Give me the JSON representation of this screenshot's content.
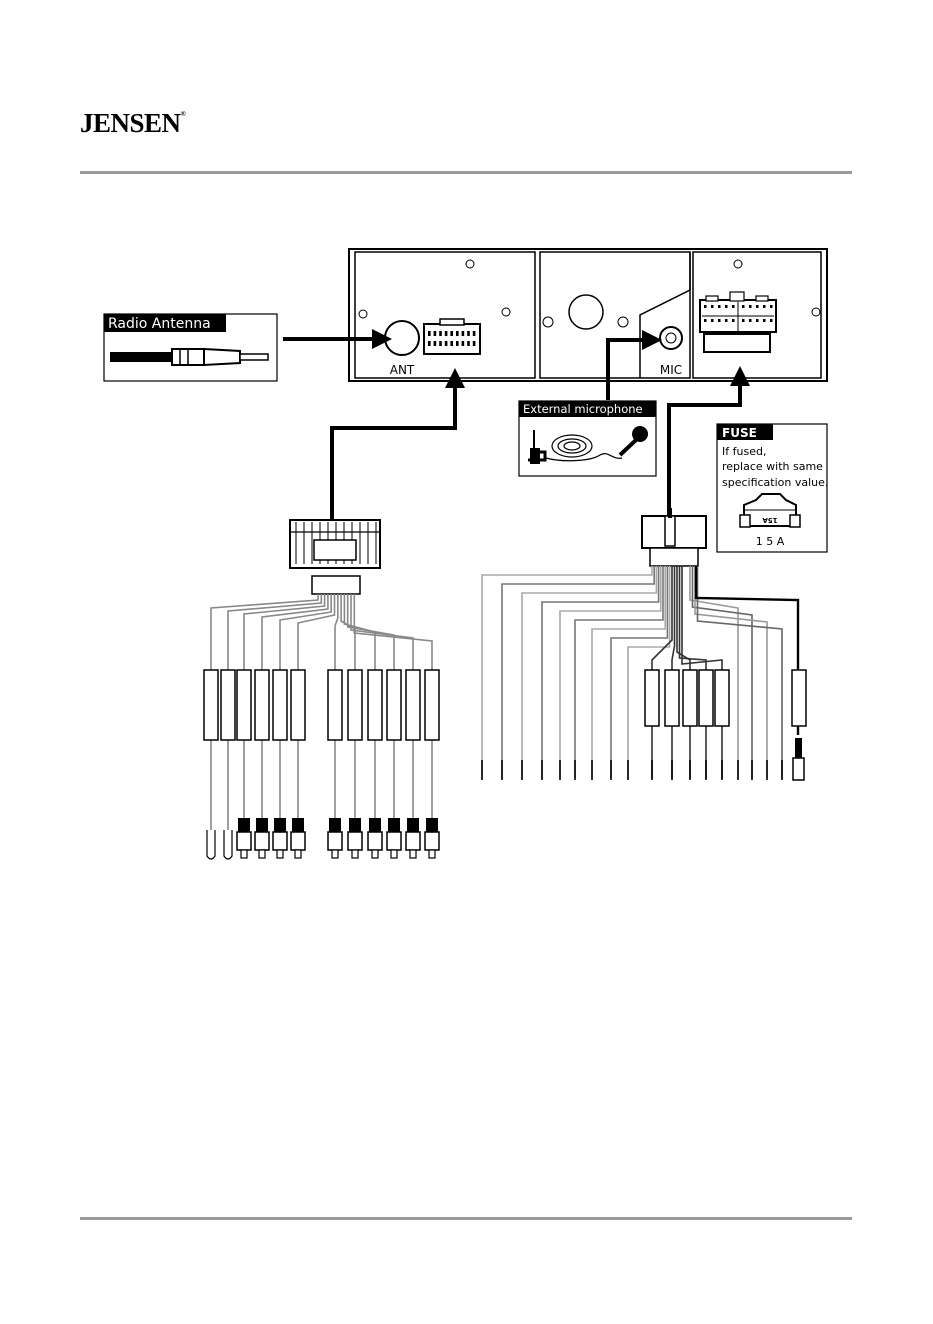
{
  "brand": {
    "logo_text": "JENSEN",
    "trademark": "®"
  },
  "head_unit": {
    "ant_label": "ANT",
    "mic_label": "MIC"
  },
  "callouts": {
    "antenna": {
      "title": "Radio Antenna"
    },
    "microphone": {
      "title": "External microphone"
    },
    "fuse": {
      "title": "FUSE",
      "lines": [
        "If fused,",
        "replace with same",
        "specification value."
      ],
      "fuse_marking": "15A",
      "rating": "1 5 A"
    }
  },
  "colors": {
    "line": "#000000",
    "rule": "#9a9a9a",
    "wire_gray": "#9a9a9a",
    "label_bg": "#000000",
    "label_text": "#ffffff"
  }
}
